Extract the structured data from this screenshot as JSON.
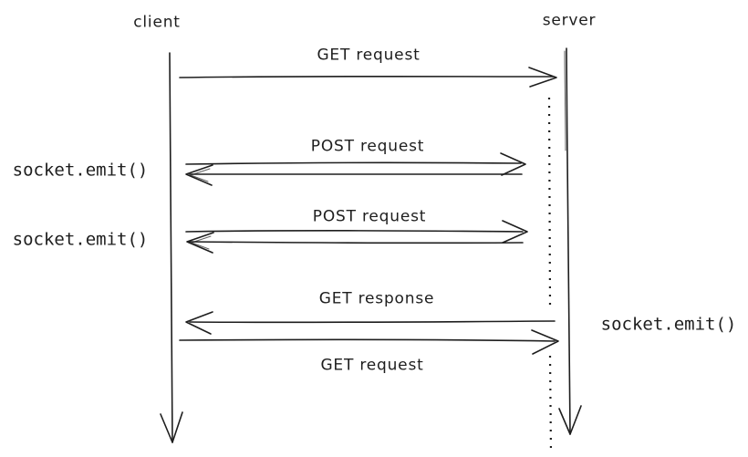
{
  "diagram": {
    "type": "sequence-diagram",
    "style": "hand-drawn",
    "colors": {
      "background": "#ffffff",
      "stroke": "#1e1e1e",
      "text": "#1e1e1e"
    },
    "actors": [
      {
        "id": "client",
        "label": "client"
      },
      {
        "id": "server",
        "label": "server"
      }
    ],
    "messages": [
      {
        "label": "GET request",
        "from": "client",
        "to": "server",
        "arrow": "single-right"
      },
      {
        "label": "POST request",
        "from": "client",
        "to": "server",
        "arrow": "double-right-and-left",
        "annotation": "socket.emit()",
        "annotation_side": "left"
      },
      {
        "label": "POST request",
        "from": "client",
        "to": "server",
        "arrow": "double-right-and-left",
        "annotation": "socket.emit()",
        "annotation_side": "left"
      },
      {
        "label": "GET response",
        "from": "server",
        "to": "client",
        "arrow": "single-left",
        "annotation": "socket.emit()",
        "annotation_side": "right"
      },
      {
        "label": "GET request",
        "from": "client",
        "to": "server",
        "arrow": "single-right"
      }
    ]
  }
}
